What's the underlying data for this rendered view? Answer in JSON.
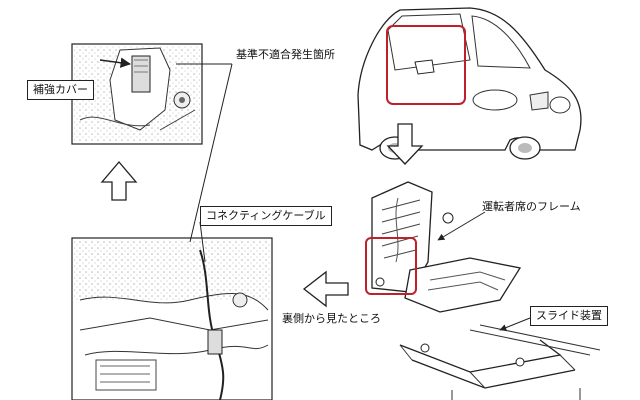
{
  "labels": {
    "nonconformity_location": "基準不適合発生箇所",
    "reinforcement_cover": "補強カバー",
    "connecting_cable": "コネクティングケーブル",
    "driver_seat_frame": "運転者席のフレーム",
    "view_from_back": "裏側から見たところ",
    "slide_device": "スライド装置"
  },
  "colors": {
    "highlight": "#c0202a",
    "line": "#222222"
  }
}
